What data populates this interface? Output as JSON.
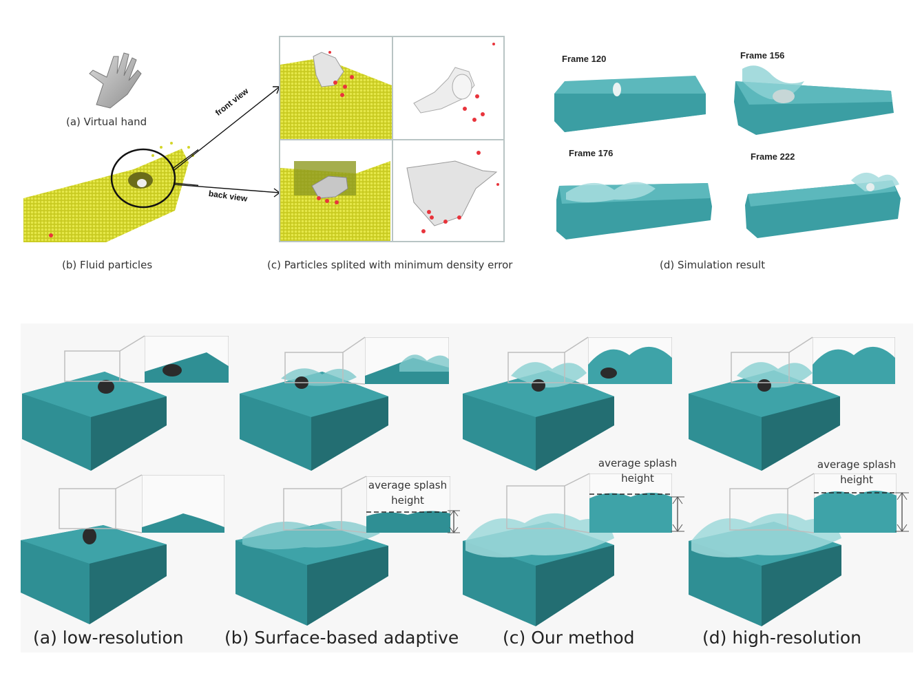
{
  "top": {
    "virtual_hand_caption": "(a) Virtual hand",
    "fluid_particles_caption": "(b) Fluid particles",
    "particles_split_caption": "(c) Particles splited with minimum density error",
    "simulation_result_caption": "(d) Simulation result",
    "front_view_label": "front view",
    "back_view_label": "back view",
    "frames": [
      "Frame 120",
      "Frame 156",
      "Frame 176",
      "Frame 222"
    ]
  },
  "bottom": {
    "captions": [
      "(a) low-resolution",
      "(b) Surface-based adaptive",
      "(c) Our method",
      "(d) high-resolution"
    ],
    "splash_label_line1": "average splash",
    "splash_label_line2": "height"
  },
  "colors": {
    "particle_yellow": "#d4d62a",
    "particle_red": "#e8343c",
    "fluid_teal": "#3aa6ab",
    "fluid_dark": "#1f6e73"
  }
}
